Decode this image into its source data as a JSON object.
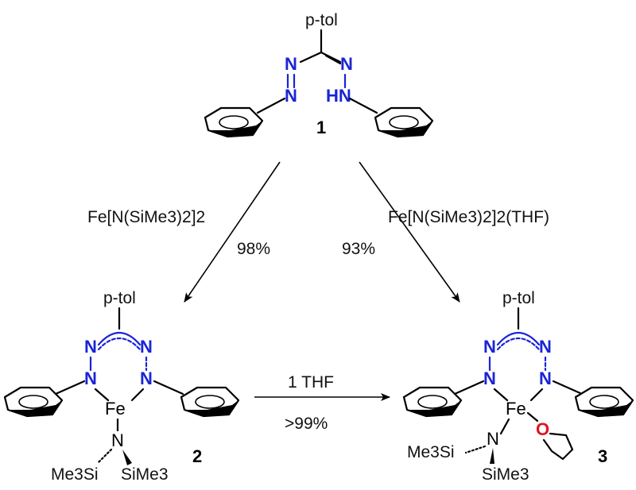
{
  "compound1": {
    "label": "1",
    "substituent": "p-tol",
    "atoms": [
      "N",
      "N",
      "N",
      "HN"
    ]
  },
  "compound2": {
    "label": "2",
    "substituent": "p-tol",
    "atoms": [
      "N",
      "N",
      "N",
      "N",
      "Fe",
      "N"
    ],
    "amide_groups": [
      "Me3Si",
      "SiMe3"
    ]
  },
  "compound3": {
    "label": "3",
    "substituent": "p-tol",
    "atoms": [
      "N",
      "N",
      "N",
      "N",
      "Fe",
      "N",
      "O"
    ],
    "amide_groups": [
      "Me3Si",
      "SiMe3"
    ]
  },
  "reactions": {
    "left": {
      "reagent": "Fe[N(SiMe3)2]2",
      "yield": "98%"
    },
    "right": {
      "reagent": "Fe[N(SiMe3)2]2(THF)",
      "yield": "93%"
    },
    "bottom": {
      "reagent": "1 THF",
      "yield": ">99%"
    }
  },
  "colors": {
    "nitrogen": "#1a24d6",
    "oxygen": "#e0141e",
    "bonds": "#000000"
  }
}
